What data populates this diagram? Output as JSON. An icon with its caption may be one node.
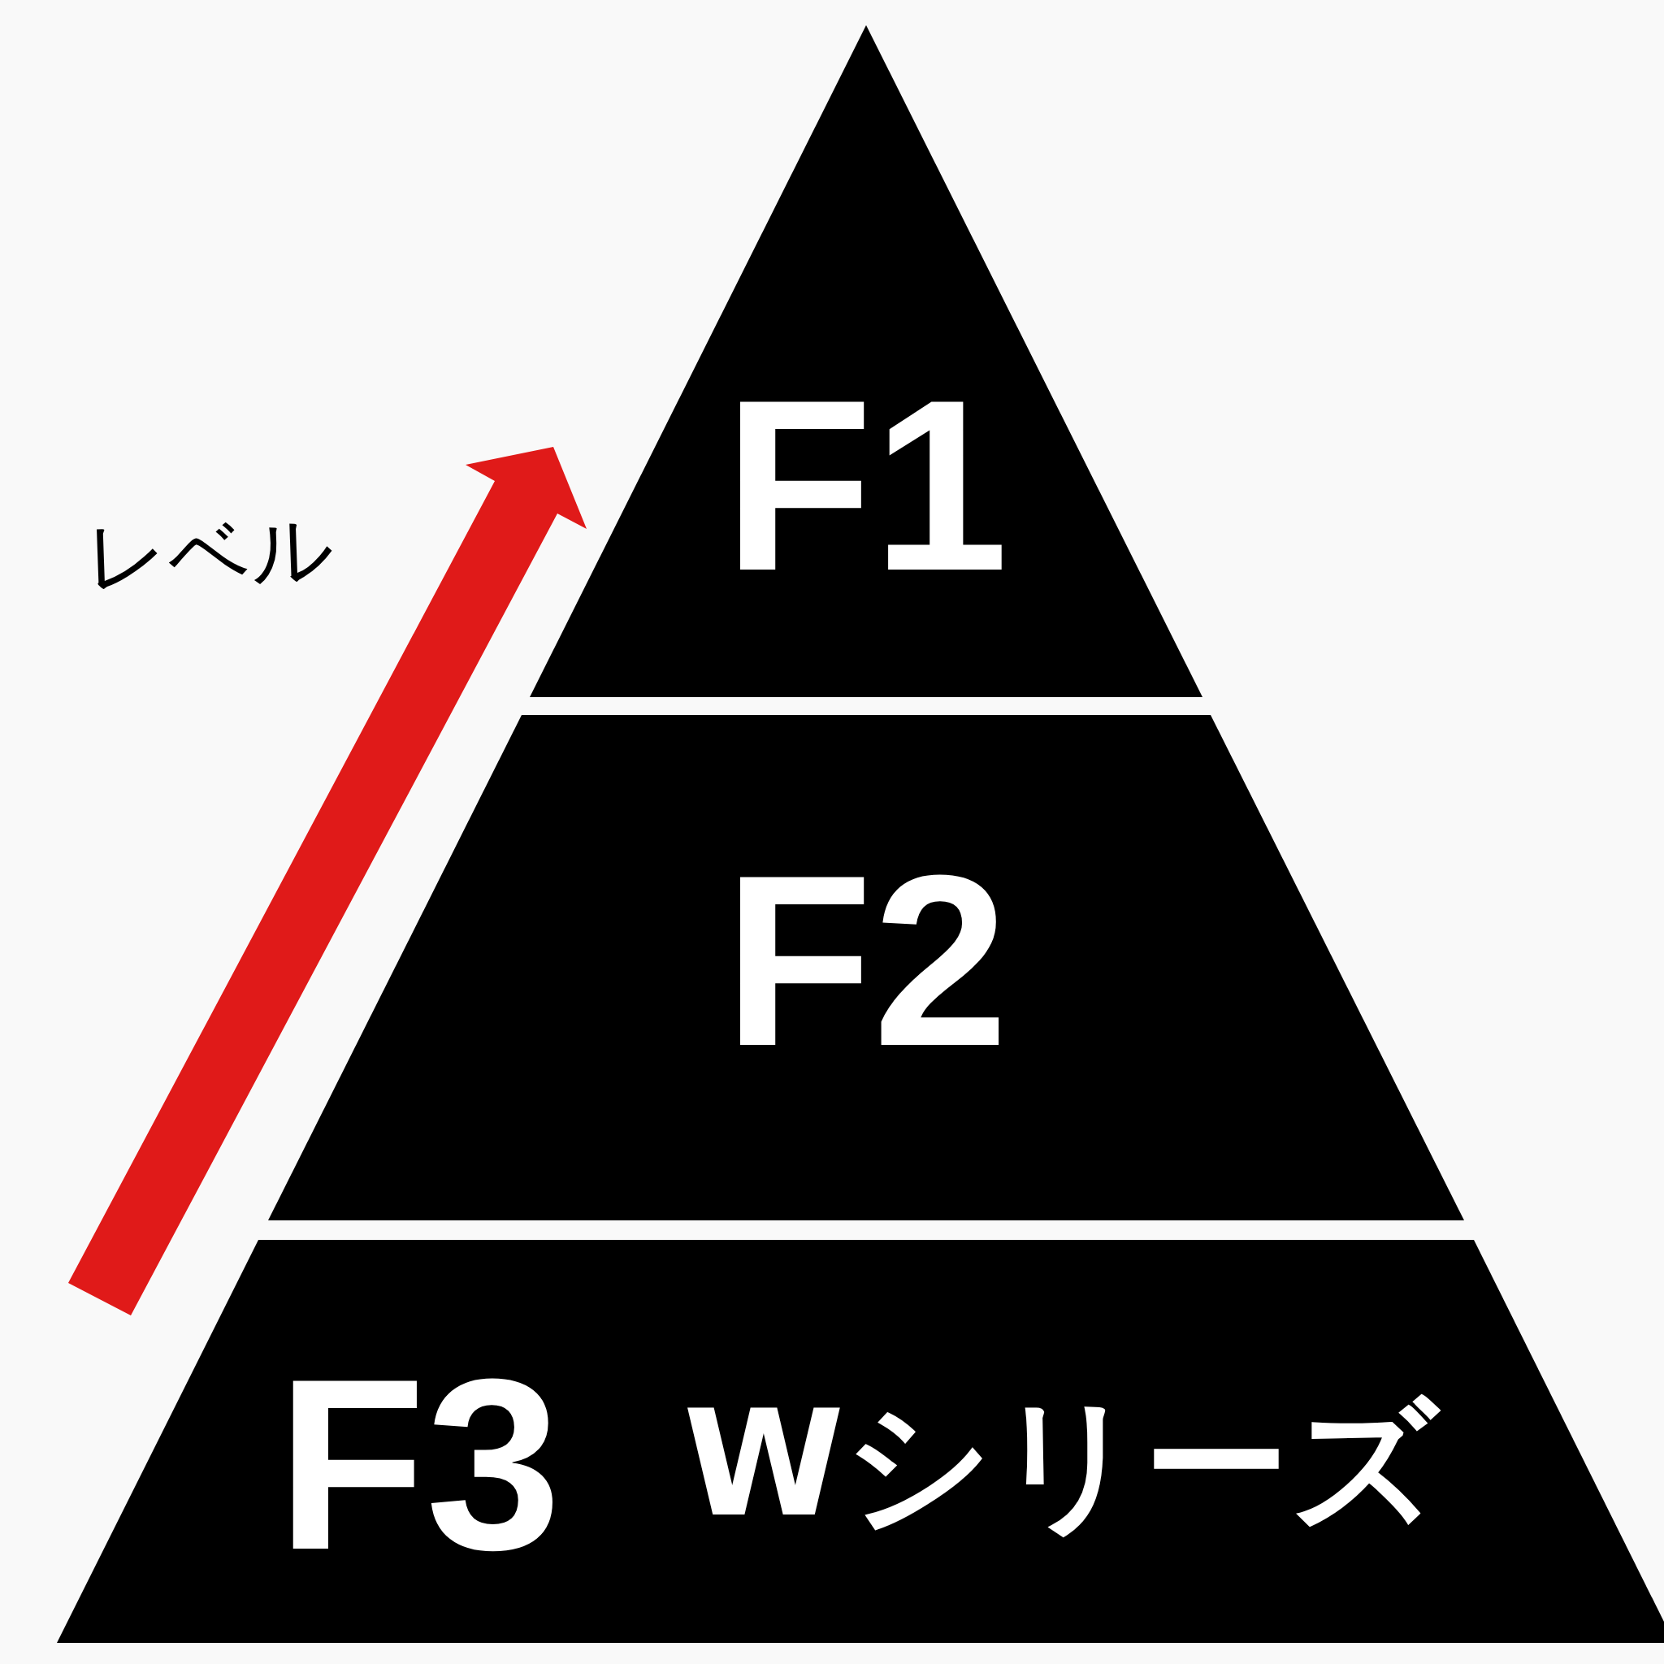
{
  "diagram": {
    "nodes": [
      {
        "text": [
          "F1"
        ]
      },
      {
        "text": [
          "F2"
        ]
      },
      {
        "text": [
          "F3",
          "Wシリーズ"
        ]
      }
    ],
    "labels": [
      "レベル"
    ]
  }
}
